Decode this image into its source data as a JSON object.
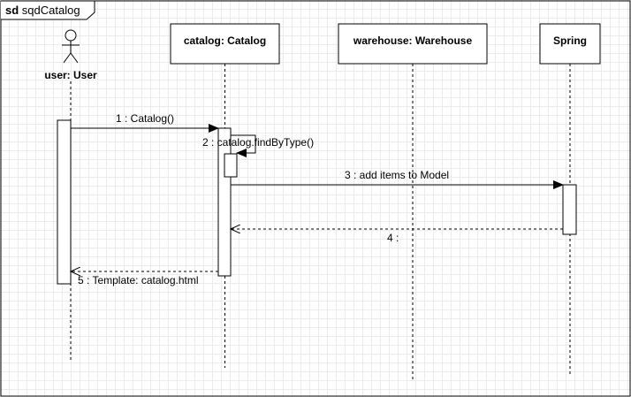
{
  "frame": {
    "keyword": "sd",
    "name": "sqdCatalog"
  },
  "actor": {
    "label": "user: User"
  },
  "lifelines": [
    {
      "label": "catalog: Catalog"
    },
    {
      "label": "warehouse: Warehouse"
    },
    {
      "label": "Spring"
    }
  ],
  "messages": [
    {
      "label": "1 : Catalog()",
      "kind": "sync"
    },
    {
      "label": "2 : catalog.findByType()",
      "kind": "self"
    },
    {
      "label": "3 : add items to Model",
      "kind": "sync"
    },
    {
      "label": "4 :",
      "kind": "return"
    },
    {
      "label": "5 : Template: catalog.html",
      "kind": "return"
    }
  ]
}
